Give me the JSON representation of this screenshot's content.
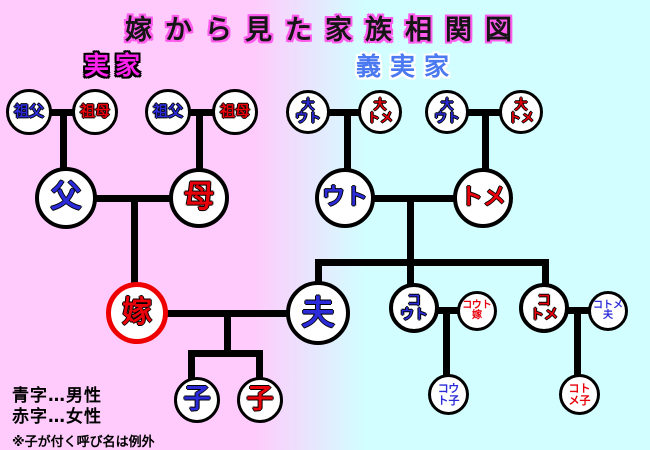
{
  "title": "嫁から見た家族相関図",
  "sections": {
    "left_label": "実家",
    "right_label": "義実家"
  },
  "legend": {
    "male_line": "青字…男性",
    "female_line": "赤字…女性",
    "note": "※子が付く呼び名は例外"
  },
  "colors": {
    "male_text": "#2b2bd9",
    "female_text": "#e8000a",
    "left_background": "#ffcbfc",
    "right_background": "#d2feff",
    "bride_circle_border": "#ee0000",
    "node_border": "#000000",
    "connector": "#000000",
    "title_glow": "#ff5cee",
    "left_label_color": "#ff22ee",
    "right_label_color": "#4b79f0"
  },
  "nodes": {
    "sofu1": {
      "label": "祖父",
      "gender": "male"
    },
    "sobo1": {
      "label": "祖母",
      "gender": "female"
    },
    "sofu2": {
      "label": "祖父",
      "gender": "male"
    },
    "sobo2": {
      "label": "祖母",
      "gender": "female"
    },
    "chichi": {
      "label": "父",
      "gender": "male"
    },
    "haha": {
      "label": "母",
      "gender": "female"
    },
    "yome": {
      "label": "嫁",
      "gender": "female"
    },
    "ko_male": {
      "label": "子",
      "gender": "male"
    },
    "ko_female": {
      "label": "子",
      "gender": "female"
    },
    "oouto1": {
      "label": "大\nウト",
      "gender": "male"
    },
    "ootome1": {
      "label": "大\nトメ",
      "gender": "female"
    },
    "oouto2": {
      "label": "大\nウト",
      "gender": "male"
    },
    "ootome2": {
      "label": "大\nトメ",
      "gender": "female"
    },
    "uto": {
      "label": "ウト",
      "gender": "male"
    },
    "tome": {
      "label": "トメ",
      "gender": "female"
    },
    "otto": {
      "label": "夫",
      "gender": "male"
    },
    "kouto": {
      "label": "コ\nウト",
      "gender": "male"
    },
    "kouto_yome": {
      "label": "コウト\n嫁",
      "gender": "female"
    },
    "kotome": {
      "label": "コ\nトメ",
      "gender": "female"
    },
    "kotome_otto": {
      "label": "コトメ\n夫",
      "gender": "male"
    },
    "kouto_ko": {
      "label": "コウ\nト子",
      "gender": "male"
    },
    "kotome_ko": {
      "label": "コト\nメ子",
      "gender": "female"
    }
  },
  "edges": [
    {
      "type": "couple",
      "a": "sofu1",
      "b": "sobo1"
    },
    {
      "type": "couple",
      "a": "sofu2",
      "b": "sobo2"
    },
    {
      "type": "child",
      "parents": [
        "sofu1",
        "sobo1"
      ],
      "child": "chichi"
    },
    {
      "type": "child",
      "parents": [
        "sofu2",
        "sobo2"
      ],
      "child": "haha"
    },
    {
      "type": "child",
      "parents": [
        "chichi",
        "haha"
      ],
      "child": "yome"
    },
    {
      "type": "couple",
      "a": "yome",
      "b": "otto"
    },
    {
      "type": "child",
      "parents": [
        "yome",
        "otto"
      ],
      "child": "ko_male"
    },
    {
      "type": "child",
      "parents": [
        "yome",
        "otto"
      ],
      "child": "ko_female"
    },
    {
      "type": "couple",
      "a": "oouto1",
      "b": "ootome1"
    },
    {
      "type": "couple",
      "a": "oouto2",
      "b": "ootome2"
    },
    {
      "type": "child",
      "parents": [
        "oouto1",
        "ootome1"
      ],
      "child": "uto"
    },
    {
      "type": "child",
      "parents": [
        "oouto2",
        "ootome2"
      ],
      "child": "tome"
    },
    {
      "type": "child",
      "parents": [
        "uto",
        "tome"
      ],
      "child": "otto"
    },
    {
      "type": "child",
      "parents": [
        "uto",
        "tome"
      ],
      "child": "kouto"
    },
    {
      "type": "child",
      "parents": [
        "uto",
        "tome"
      ],
      "child": "kotome"
    },
    {
      "type": "couple",
      "a": "kouto",
      "b": "kouto_yome"
    },
    {
      "type": "couple",
      "a": "kotome",
      "b": "kotome_otto"
    },
    {
      "type": "child",
      "parents": [
        "kouto",
        "kouto_yome"
      ],
      "child": "kouto_ko"
    },
    {
      "type": "child",
      "parents": [
        "kotome",
        "kotome_otto"
      ],
      "child": "kotome_ko"
    }
  ]
}
